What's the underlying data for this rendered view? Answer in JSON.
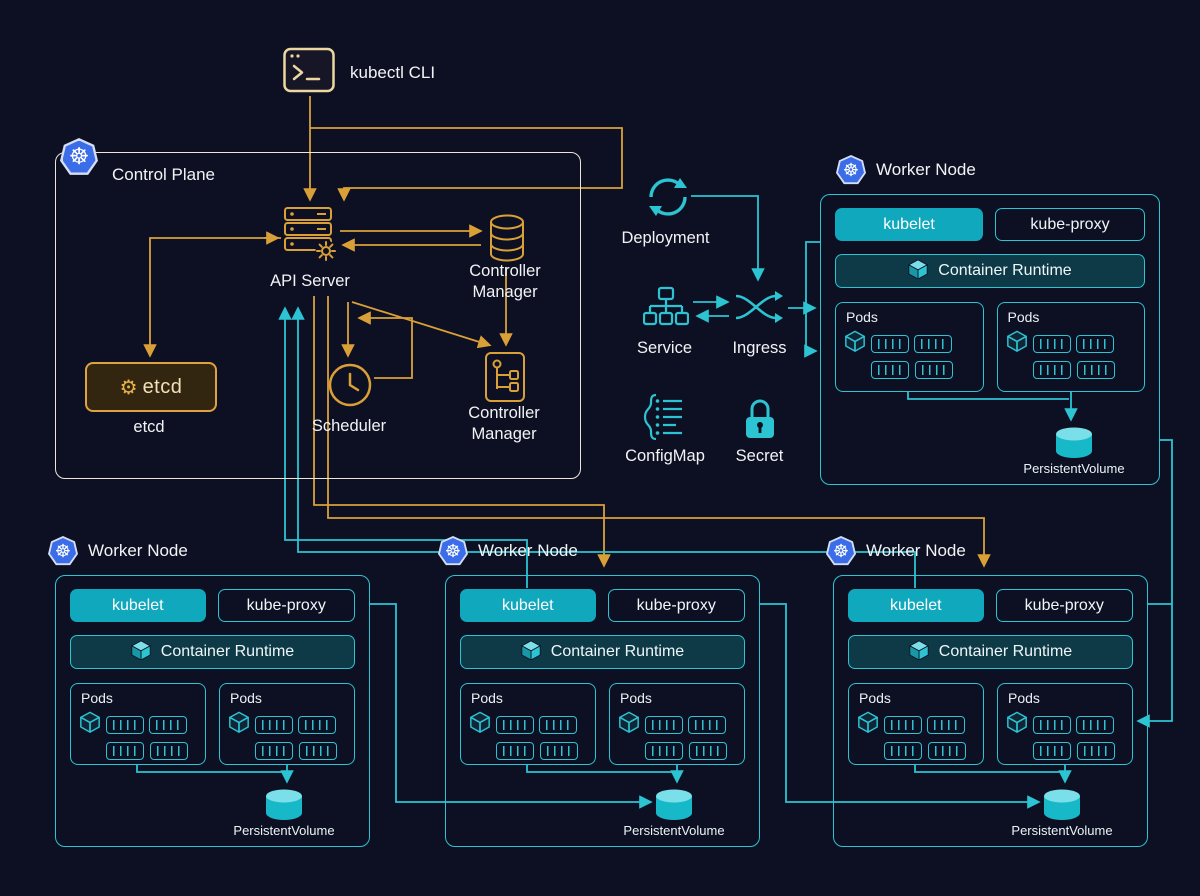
{
  "palette": {
    "amber": "#daa038",
    "teal": "#2cc3d2",
    "k8s_blue": "#3b6de8",
    "bg": "#0d1022"
  },
  "kubectl": {
    "label": "kubectl CLI"
  },
  "control_plane": {
    "title": "Control Plane",
    "api_server": "API Server",
    "controller_manager_top": "Controller Manager",
    "etcd_text": "etcd",
    "etcd_caption": "etcd",
    "scheduler": "Scheduler",
    "controller_manager_bottom": "Controller Manager"
  },
  "resources": {
    "deployment": "Deployment",
    "service": "Service",
    "ingress": "Ingress",
    "configmap": "ConfigMap",
    "secret": "Secret"
  },
  "worker_node": {
    "title": "Worker Node",
    "kubelet": "kubelet",
    "kube_proxy": "kube-proxy",
    "container_runtime": "Container Runtime",
    "pods_label": "Pods",
    "persistent_volume": "PersistentVolume"
  }
}
